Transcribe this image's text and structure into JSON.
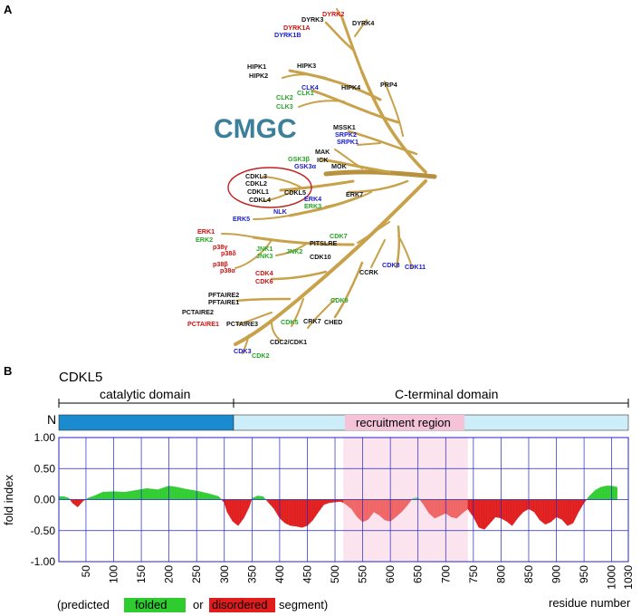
{
  "panel_a": {
    "letter": "A",
    "group_label": "CMGC",
    "colors": {
      "red": "#d01010",
      "blue": "#1b1bd0",
      "green": "#27a527",
      "black": "#111111",
      "branch": "#c8a24a",
      "circle": "#c22020"
    },
    "kinases": [
      {
        "t": "DYRK2",
        "c": "red"
      },
      {
        "t": "DYRK3",
        "c": "black"
      },
      {
        "t": "DYRK4",
        "c": "black"
      },
      {
        "t": "DYRK1A",
        "c": "red"
      },
      {
        "t": "DYRK1B",
        "c": "blue"
      },
      {
        "t": "HIPK1",
        "c": "black"
      },
      {
        "t": "HIPK3",
        "c": "black"
      },
      {
        "t": "HIPK2",
        "c": "black"
      },
      {
        "t": "PRP4",
        "c": "black"
      },
      {
        "t": "CLK4",
        "c": "blue"
      },
      {
        "t": "HIPK4",
        "c": "black"
      },
      {
        "t": "CLK2",
        "c": "green"
      },
      {
        "t": "CLK1",
        "c": "green"
      },
      {
        "t": "CLK3",
        "c": "green"
      },
      {
        "t": "MSSK1",
        "c": "black"
      },
      {
        "t": "SRPK2",
        "c": "blue"
      },
      {
        "t": "SRPK1",
        "c": "blue"
      },
      {
        "t": "MAK",
        "c": "black"
      },
      {
        "t": "GSK3β",
        "c": "green"
      },
      {
        "t": "ICK",
        "c": "black"
      },
      {
        "t": "GSK3α",
        "c": "blue"
      },
      {
        "t": "MOK",
        "c": "black"
      },
      {
        "t": "CDKL3",
        "c": "black"
      },
      {
        "t": "CDKL2",
        "c": "black"
      },
      {
        "t": "CDKL1",
        "c": "black"
      },
      {
        "t": "CDKL5",
        "c": "black"
      },
      {
        "t": "CDKL4",
        "c": "black"
      },
      {
        "t": "ERK7",
        "c": "black"
      },
      {
        "t": "ERK4",
        "c": "blue"
      },
      {
        "t": "ERK3",
        "c": "green"
      },
      {
        "t": "NLK",
        "c": "blue"
      },
      {
        "t": "ERK5",
        "c": "blue"
      },
      {
        "t": "ERK1",
        "c": "red"
      },
      {
        "t": "ERK2",
        "c": "green"
      },
      {
        "t": "CDK7",
        "c": "green"
      },
      {
        "t": "PITSLRE",
        "c": "black"
      },
      {
        "t": "JNK1",
        "c": "green"
      },
      {
        "t": "JNK2",
        "c": "green"
      },
      {
        "t": "JNK3",
        "c": "green"
      },
      {
        "t": "p38γ",
        "c": "red"
      },
      {
        "t": "p38δ",
        "c": "red"
      },
      {
        "t": "CDK10",
        "c": "black"
      },
      {
        "t": "p38β",
        "c": "red"
      },
      {
        "t": "p38α",
        "c": "red"
      },
      {
        "t": "CDK8",
        "c": "blue"
      },
      {
        "t": "CDK11",
        "c": "blue"
      },
      {
        "t": "CCRK",
        "c": "black"
      },
      {
        "t": "CDK4",
        "c": "red"
      },
      {
        "t": "CDK6",
        "c": "red"
      },
      {
        "t": "PFTAIRE2",
        "c": "black"
      },
      {
        "t": "PFTAIRE1",
        "c": "black"
      },
      {
        "t": "CDK9",
        "c": "green"
      },
      {
        "t": "PCTAIRE2",
        "c": "black"
      },
      {
        "t": "PCTAIRE1",
        "c": "red"
      },
      {
        "t": "PCTAIRE3",
        "c": "black"
      },
      {
        "t": "CDK5",
        "c": "green"
      },
      {
        "t": "CRK7",
        "c": "black"
      },
      {
        "t": "CHED",
        "c": "black"
      },
      {
        "t": "CDC2/CDK1",
        "c": "black"
      },
      {
        "t": "CDK3",
        "c": "blue"
      },
      {
        "t": "CDK2",
        "c": "green"
      }
    ]
  },
  "panel_b": {
    "letter": "B",
    "protein": "CDKL5",
    "n_label": "N",
    "domains": {
      "catalytic": "catalytic domain",
      "cterm": "C-terminal domain",
      "recruitment": "recruitment region"
    },
    "domain_ranges": {
      "catalytic": [
        1,
        315
      ],
      "cterm": [
        315,
        1030
      ],
      "recruitment": [
        515,
        740
      ]
    },
    "colors": {
      "catalytic": "#1b8bd0",
      "cterm": "#cdeef9",
      "recruitment_bar": "#f4c3d8",
      "recruitment_bg": "#fbe4ee",
      "folded": "#2fcc2f",
      "disordered": "#e01c1c",
      "grid": "#2525c8"
    },
    "xlabel": "residue number",
    "ylabel": "fold index",
    "legend": {
      "open": "(predicted",
      "folded": "folded",
      "or": "or",
      "disordered": "disordered",
      "close": "segment)"
    }
  },
  "chart_data": {
    "type": "area",
    "title": "CDKL5",
    "xlabel": "residue number",
    "ylabel": "fold index",
    "xlim": [
      1,
      1030
    ],
    "ylim": [
      -1.0,
      1.0
    ],
    "xticks": [
      50,
      100,
      150,
      200,
      250,
      300,
      350,
      400,
      450,
      500,
      550,
      600,
      650,
      700,
      750,
      800,
      850,
      900,
      950,
      1000,
      1030
    ],
    "yticks": [
      1.0,
      0.5,
      0.0,
      -0.5,
      -1.0
    ],
    "ytick_labels": [
      "1.00",
      "0.50",
      "0.00",
      "-0.50",
      "-1.00"
    ],
    "grid": true,
    "series": [
      {
        "name": "fold index",
        "x": [
          1,
          10,
          20,
          25,
          35,
          45,
          55,
          65,
          80,
          100,
          120,
          140,
          160,
          180,
          200,
          215,
          230,
          250,
          270,
          290,
          300,
          305,
          315,
          325,
          335,
          345,
          350,
          360,
          370,
          380,
          390,
          400,
          410,
          420,
          430,
          440,
          450,
          460,
          470,
          480,
          490,
          500,
          510,
          515,
          520,
          530,
          540,
          550,
          560,
          570,
          580,
          590,
          600,
          610,
          620,
          630,
          640,
          650,
          660,
          670,
          680,
          690,
          700,
          710,
          720,
          730,
          740,
          750,
          760,
          770,
          780,
          790,
          800,
          810,
          820,
          830,
          840,
          850,
          860,
          870,
          880,
          890,
          900,
          910,
          920,
          930,
          940,
          950,
          960,
          970,
          980,
          990,
          1000,
          1010
        ],
        "y": [
          0.05,
          0.05,
          0.02,
          -0.05,
          -0.12,
          -0.02,
          0.03,
          0.06,
          0.12,
          0.13,
          0.12,
          0.15,
          0.18,
          0.16,
          0.22,
          0.2,
          0.17,
          0.14,
          0.1,
          0.05,
          -0.05,
          -0.2,
          -0.35,
          -0.42,
          -0.3,
          -0.12,
          0.02,
          0.06,
          0.05,
          -0.05,
          -0.15,
          -0.3,
          -0.38,
          -0.42,
          -0.43,
          -0.45,
          -0.42,
          -0.33,
          -0.2,
          -0.08,
          -0.05,
          -0.04,
          -0.03,
          -0.05,
          -0.08,
          -0.15,
          -0.28,
          -0.36,
          -0.32,
          -0.2,
          -0.25,
          -0.33,
          -0.35,
          -0.28,
          -0.2,
          -0.1,
          0.02,
          0.04,
          -0.08,
          -0.22,
          -0.3,
          -0.26,
          -0.22,
          -0.28,
          -0.3,
          -0.22,
          -0.15,
          -0.28,
          -0.45,
          -0.48,
          -0.38,
          -0.28,
          -0.3,
          -0.35,
          -0.42,
          -0.3,
          -0.2,
          -0.15,
          -0.2,
          -0.33,
          -0.4,
          -0.36,
          -0.28,
          -0.32,
          -0.42,
          -0.38,
          -0.2,
          -0.05,
          0.06,
          0.15,
          0.2,
          0.22,
          0.22,
          0.2
        ]
      }
    ]
  }
}
